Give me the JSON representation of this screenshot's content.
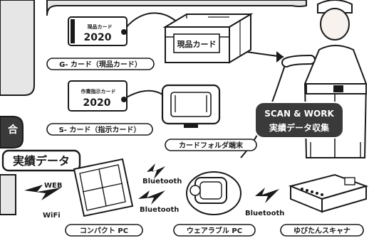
{
  "cards": {
    "g_card_title": "現品カード",
    "g_card_year": "2020",
    "g_card_label": "G- カード（現品カード）",
    "s_card_title": "作業指示カード",
    "s_card_year": "2020",
    "s_card_label": "S- カード（指示カード）"
  },
  "box": {
    "label": "現品カード"
  },
  "reader": {
    "label": "カードフォルダ端末"
  },
  "actual_data": {
    "label": "実績データ"
  },
  "scan_work": {
    "line1": "SCAN & WORK",
    "line2": "実績データ収集"
  },
  "links": {
    "bluetooth_1": "Bluetooth",
    "bluetooth_2": "Bluetooth",
    "bluetooth_3": "Bluetooth",
    "web": "WEB",
    "wifi": "WiFi"
  },
  "devices": {
    "compact_pc": "コンパクト PC",
    "wearable_pc": "ウェアラブル PC",
    "scanner": "ゆびたんスキャナ"
  },
  "partial": {
    "right_edge_glyph": "合"
  },
  "colors": {
    "ink": "#1a1a1a",
    "panel_gray": "#e6e6e6",
    "badge_dark": "#3a3a3a",
    "paper": "#ffffff",
    "skin": "#f7f2ee"
  }
}
